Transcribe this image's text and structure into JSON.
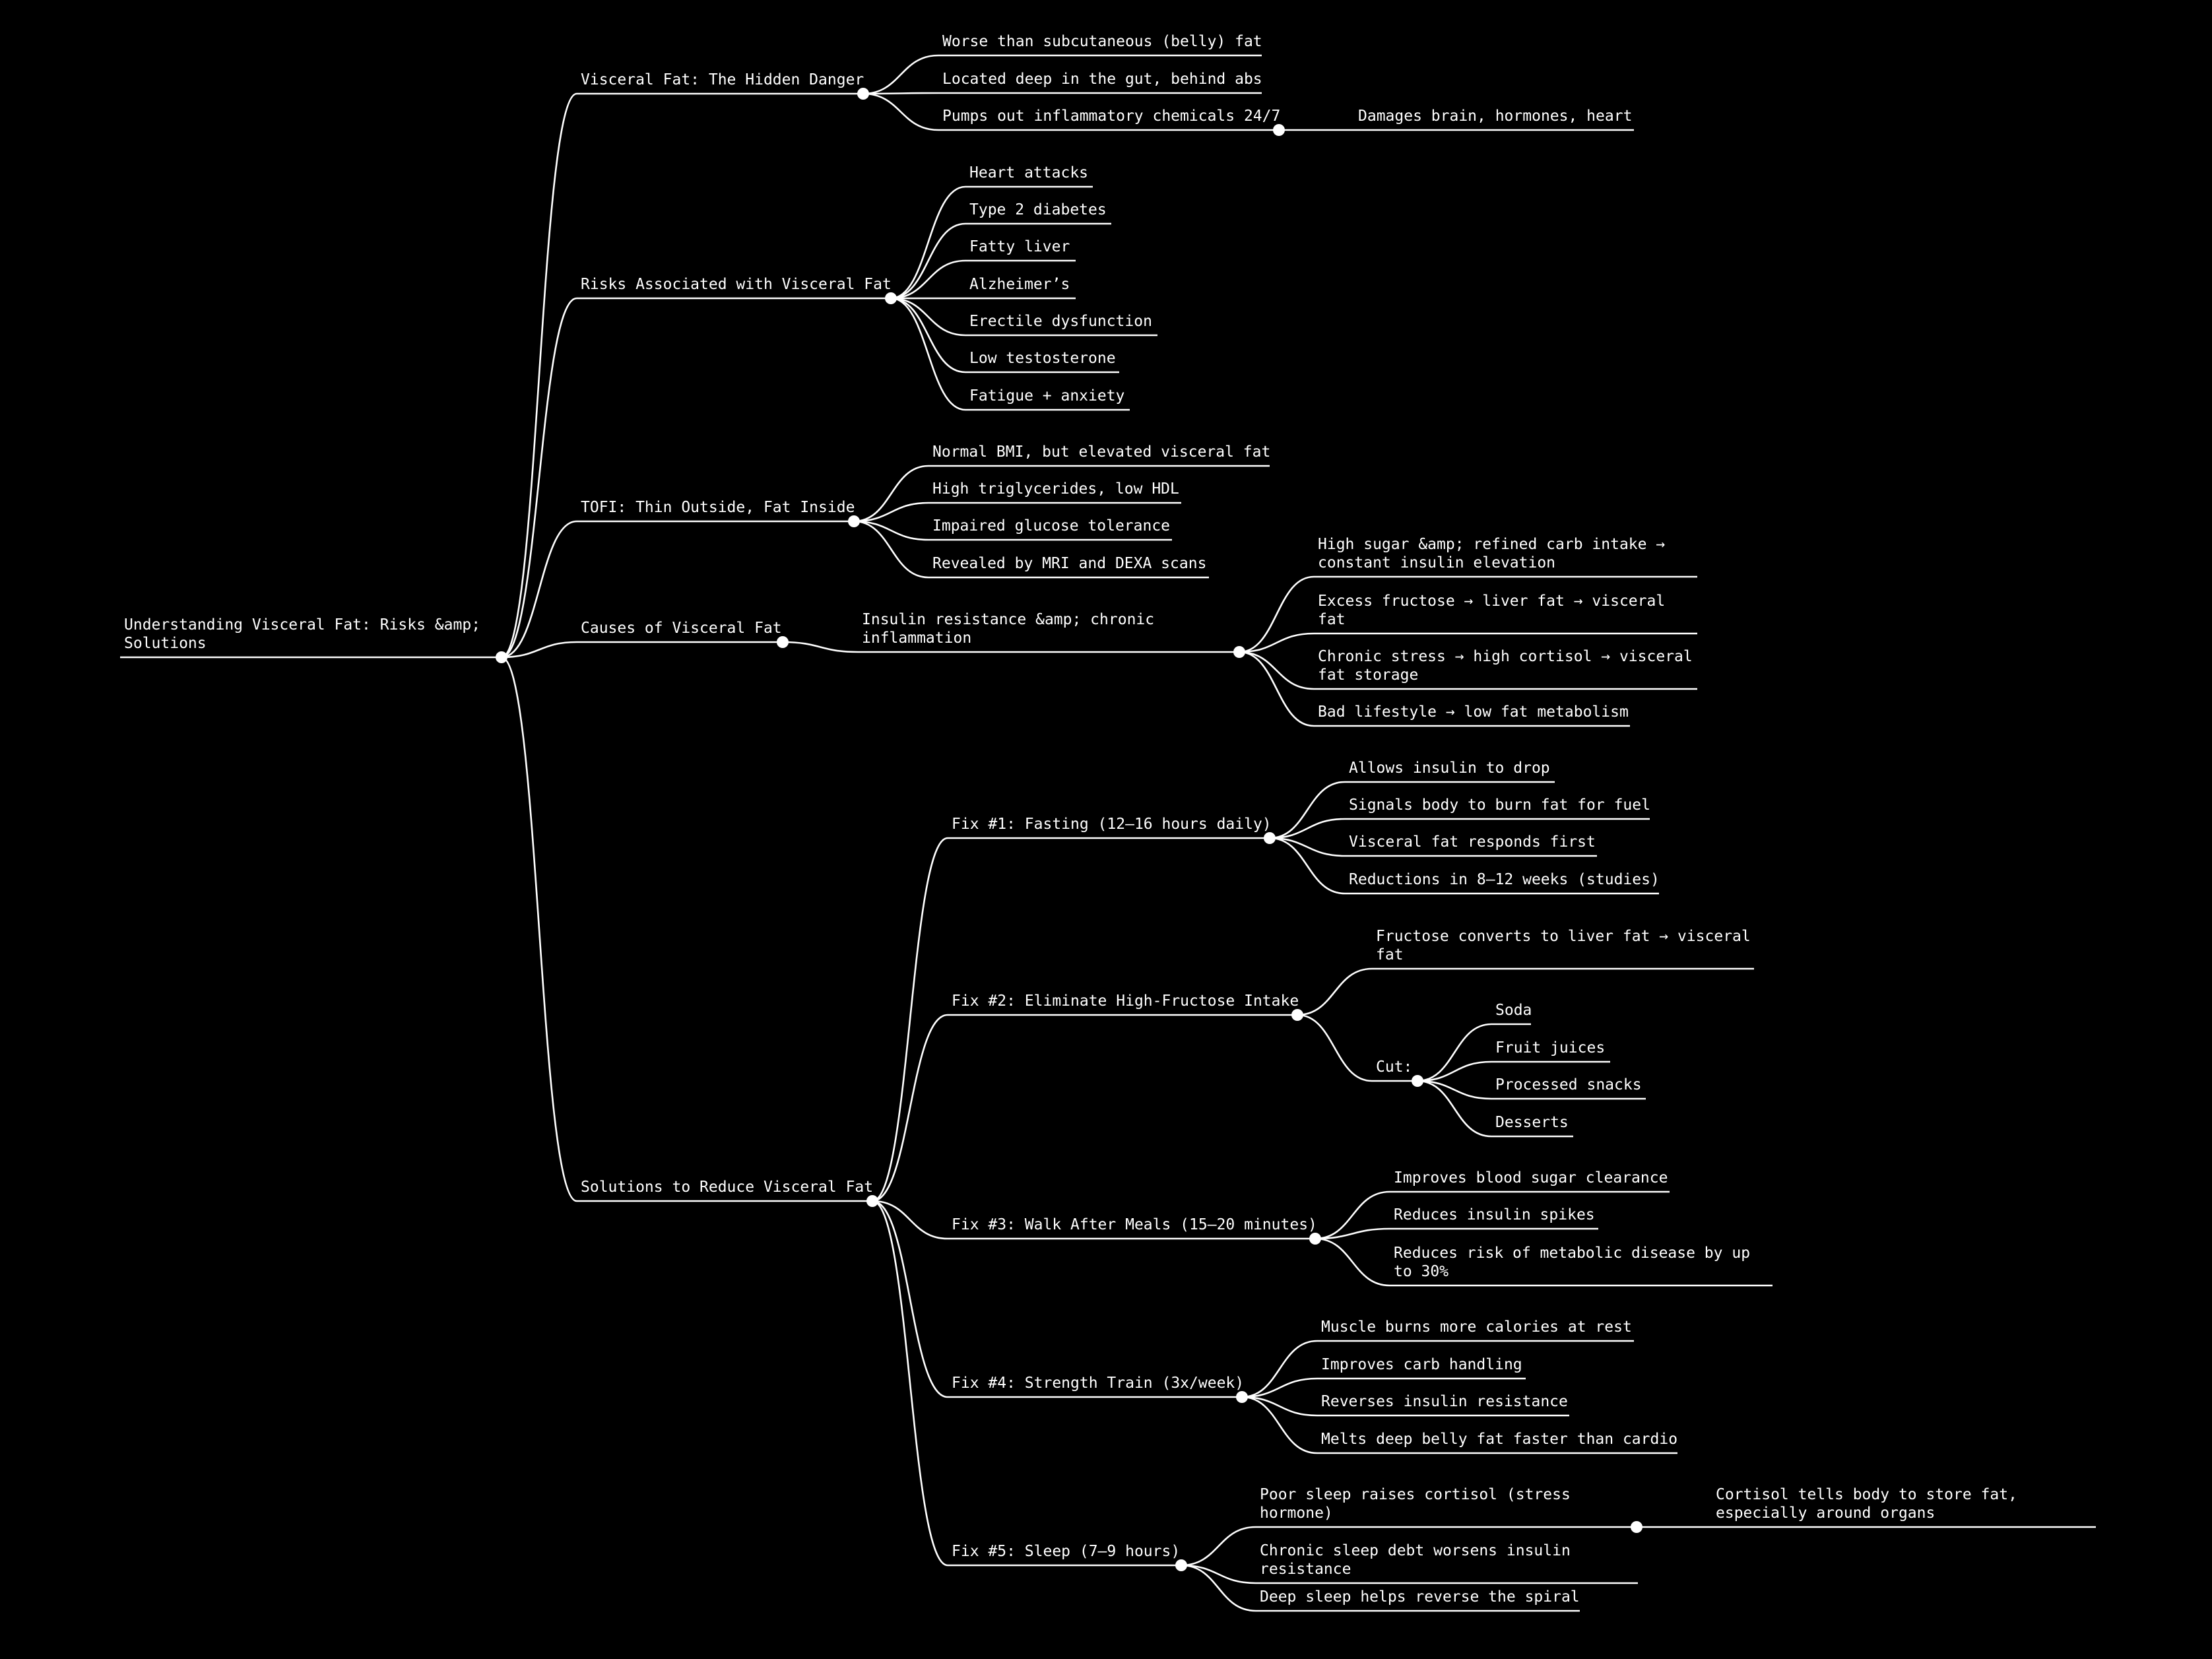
{
  "root": {
    "label_lines": [
      "Understanding Visceral Fat: Risks &amp;",
      "Solutions"
    ],
    "children": [
      {
        "label": "Visceral Fat: The Hidden Danger",
        "children": [
          {
            "label": "Worse than subcutaneous (belly) fat"
          },
          {
            "label": "Located deep in the gut, behind abs"
          },
          {
            "label": "Pumps out inflammatory chemicals 24/7",
            "children": [
              {
                "label": "Damages brain, hormones, heart"
              }
            ]
          }
        ]
      },
      {
        "label": "Risks Associated with Visceral Fat",
        "children": [
          {
            "label": "Heart attacks"
          },
          {
            "label": "Type 2 diabetes"
          },
          {
            "label": "Fatty liver"
          },
          {
            "label": "Alzheimer’s"
          },
          {
            "label": "Erectile dysfunction"
          },
          {
            "label": "Low testosterone"
          },
          {
            "label": "Fatigue + anxiety"
          }
        ]
      },
      {
        "label": "TOFI: Thin Outside, Fat Inside",
        "children": [
          {
            "label": "Normal BMI, but elevated visceral fat"
          },
          {
            "label": "High triglycerides, low HDL"
          },
          {
            "label": "Impaired glucose tolerance"
          },
          {
            "label": "Revealed by MRI and DEXA scans"
          }
        ]
      },
      {
        "label": "Causes of Visceral Fat",
        "children": [
          {
            "label_lines": [
              "Insulin resistance &amp; chronic",
              "inflammation"
            ],
            "children": [
              {
                "label_lines": [
                  "High sugar &amp; refined carb intake →",
                  "constant insulin elevation"
                ]
              },
              {
                "label_lines": [
                  "Excess fructose → liver fat → visceral",
                  "fat"
                ]
              },
              {
                "label_lines": [
                  "Chronic stress → high cortisol → visceral",
                  "fat storage"
                ]
              },
              {
                "label": "Bad lifestyle → low fat metabolism"
              }
            ]
          }
        ]
      },
      {
        "label": "Solutions to Reduce Visceral Fat",
        "children": [
          {
            "label": "Fix #1: Fasting (12–16 hours daily)",
            "children": [
              {
                "label": "Allows insulin to drop"
              },
              {
                "label": "Signals body to burn fat for fuel"
              },
              {
                "label": "Visceral fat responds first"
              },
              {
                "label": "Reductions in 8–12 weeks (studies)"
              }
            ]
          },
          {
            "label": "Fix #2: Eliminate High-Fructose Intake",
            "children": [
              {
                "label_lines": [
                  "Fructose converts to liver fat → visceral",
                  "fat"
                ]
              },
              {
                "label": "Cut:",
                "children": [
                  {
                    "label": "Soda"
                  },
                  {
                    "label": "Fruit juices"
                  },
                  {
                    "label": "Processed snacks"
                  },
                  {
                    "label": "Desserts"
                  }
                ]
              }
            ]
          },
          {
            "label": "Fix #3: Walk After Meals (15–20 minutes)",
            "children": [
              {
                "label": "Improves blood sugar clearance"
              },
              {
                "label": "Reduces insulin spikes"
              },
              {
                "label_lines": [
                  "Reduces risk of metabolic disease by up",
                  "to 30%"
                ]
              }
            ]
          },
          {
            "label": "Fix #4: Strength Train (3x/week)",
            "children": [
              {
                "label": "Muscle burns more calories at rest"
              },
              {
                "label": "Improves carb handling"
              },
              {
                "label": "Reverses insulin resistance"
              },
              {
                "label": "Melts deep belly fat faster than cardio"
              }
            ]
          },
          {
            "label": "Fix #5: Sleep (7–9 hours)",
            "children": [
              {
                "label_lines": [
                  "Poor sleep raises cortisol (stress",
                  "hormone)"
                ],
                "children": [
                  {
                    "label_lines": [
                      "Cortisol tells body to store fat,",
                      "especially around organs"
                    ]
                  }
                ]
              },
              {
                "label_lines": [
                  "Chronic sleep debt worsens insulin",
                  "resistance"
                ]
              },
              {
                "label": "Deep sleep helps reverse the spiral"
              }
            ]
          }
        ]
      }
    ]
  }
}
